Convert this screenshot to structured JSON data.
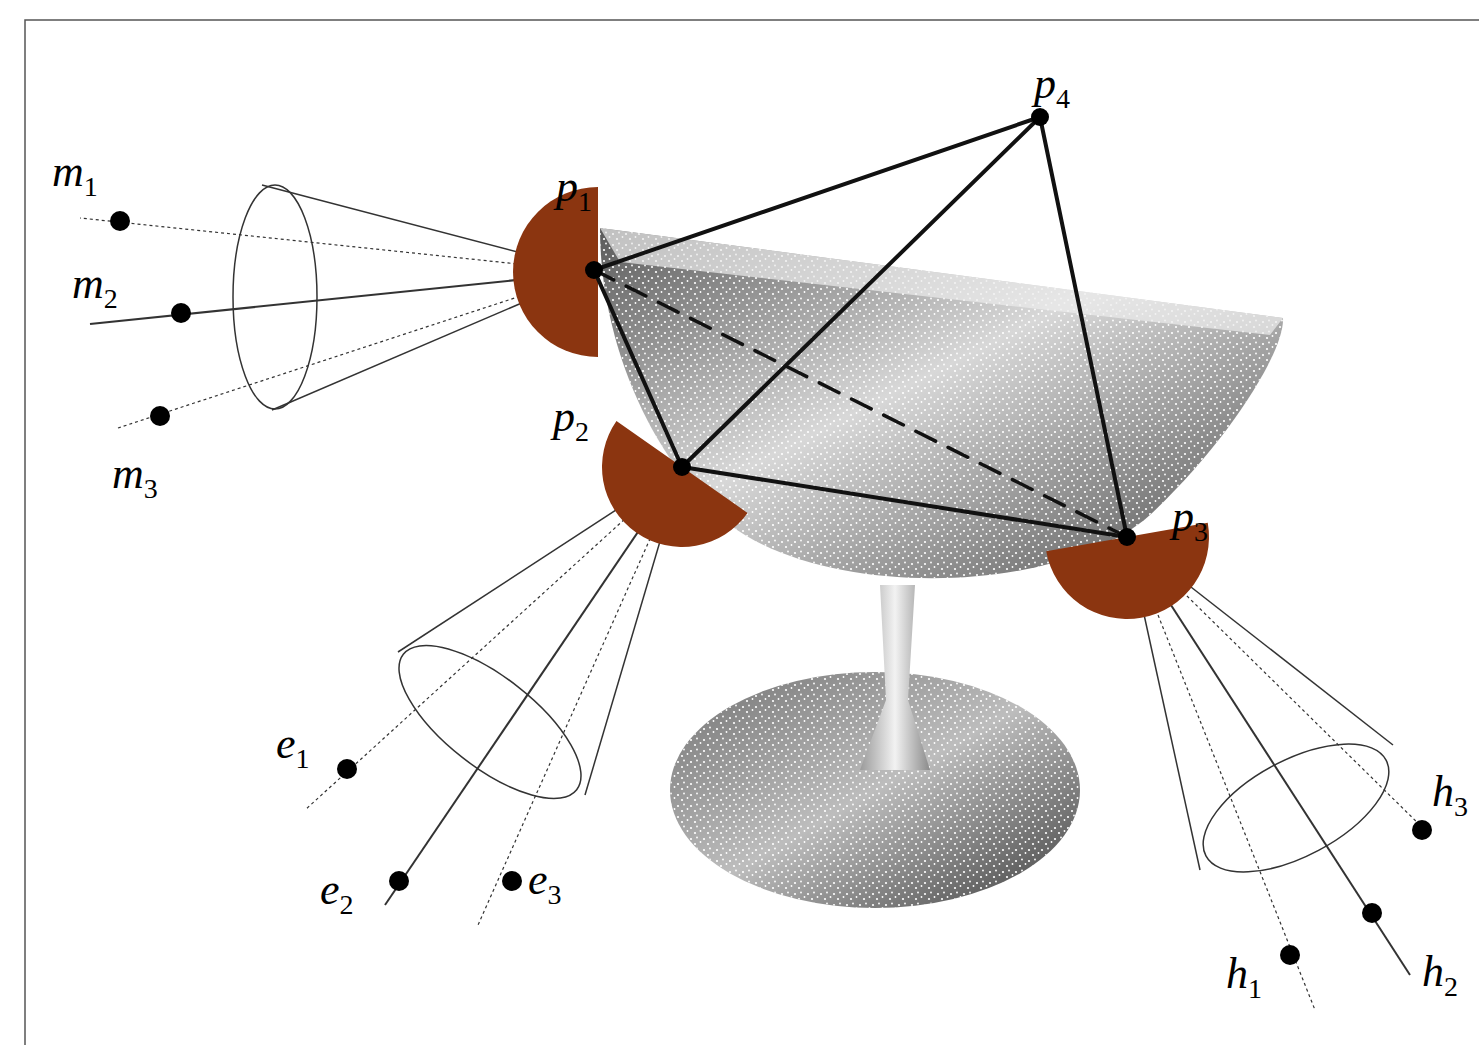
{
  "diagram": {
    "labels": [
      "m1",
      "p1",
      "p4",
      "m2",
      "p2",
      "m3",
      "p3",
      "e1",
      "h3",
      "e2",
      "e3",
      "h2",
      "h1"
    ]
  }
}
